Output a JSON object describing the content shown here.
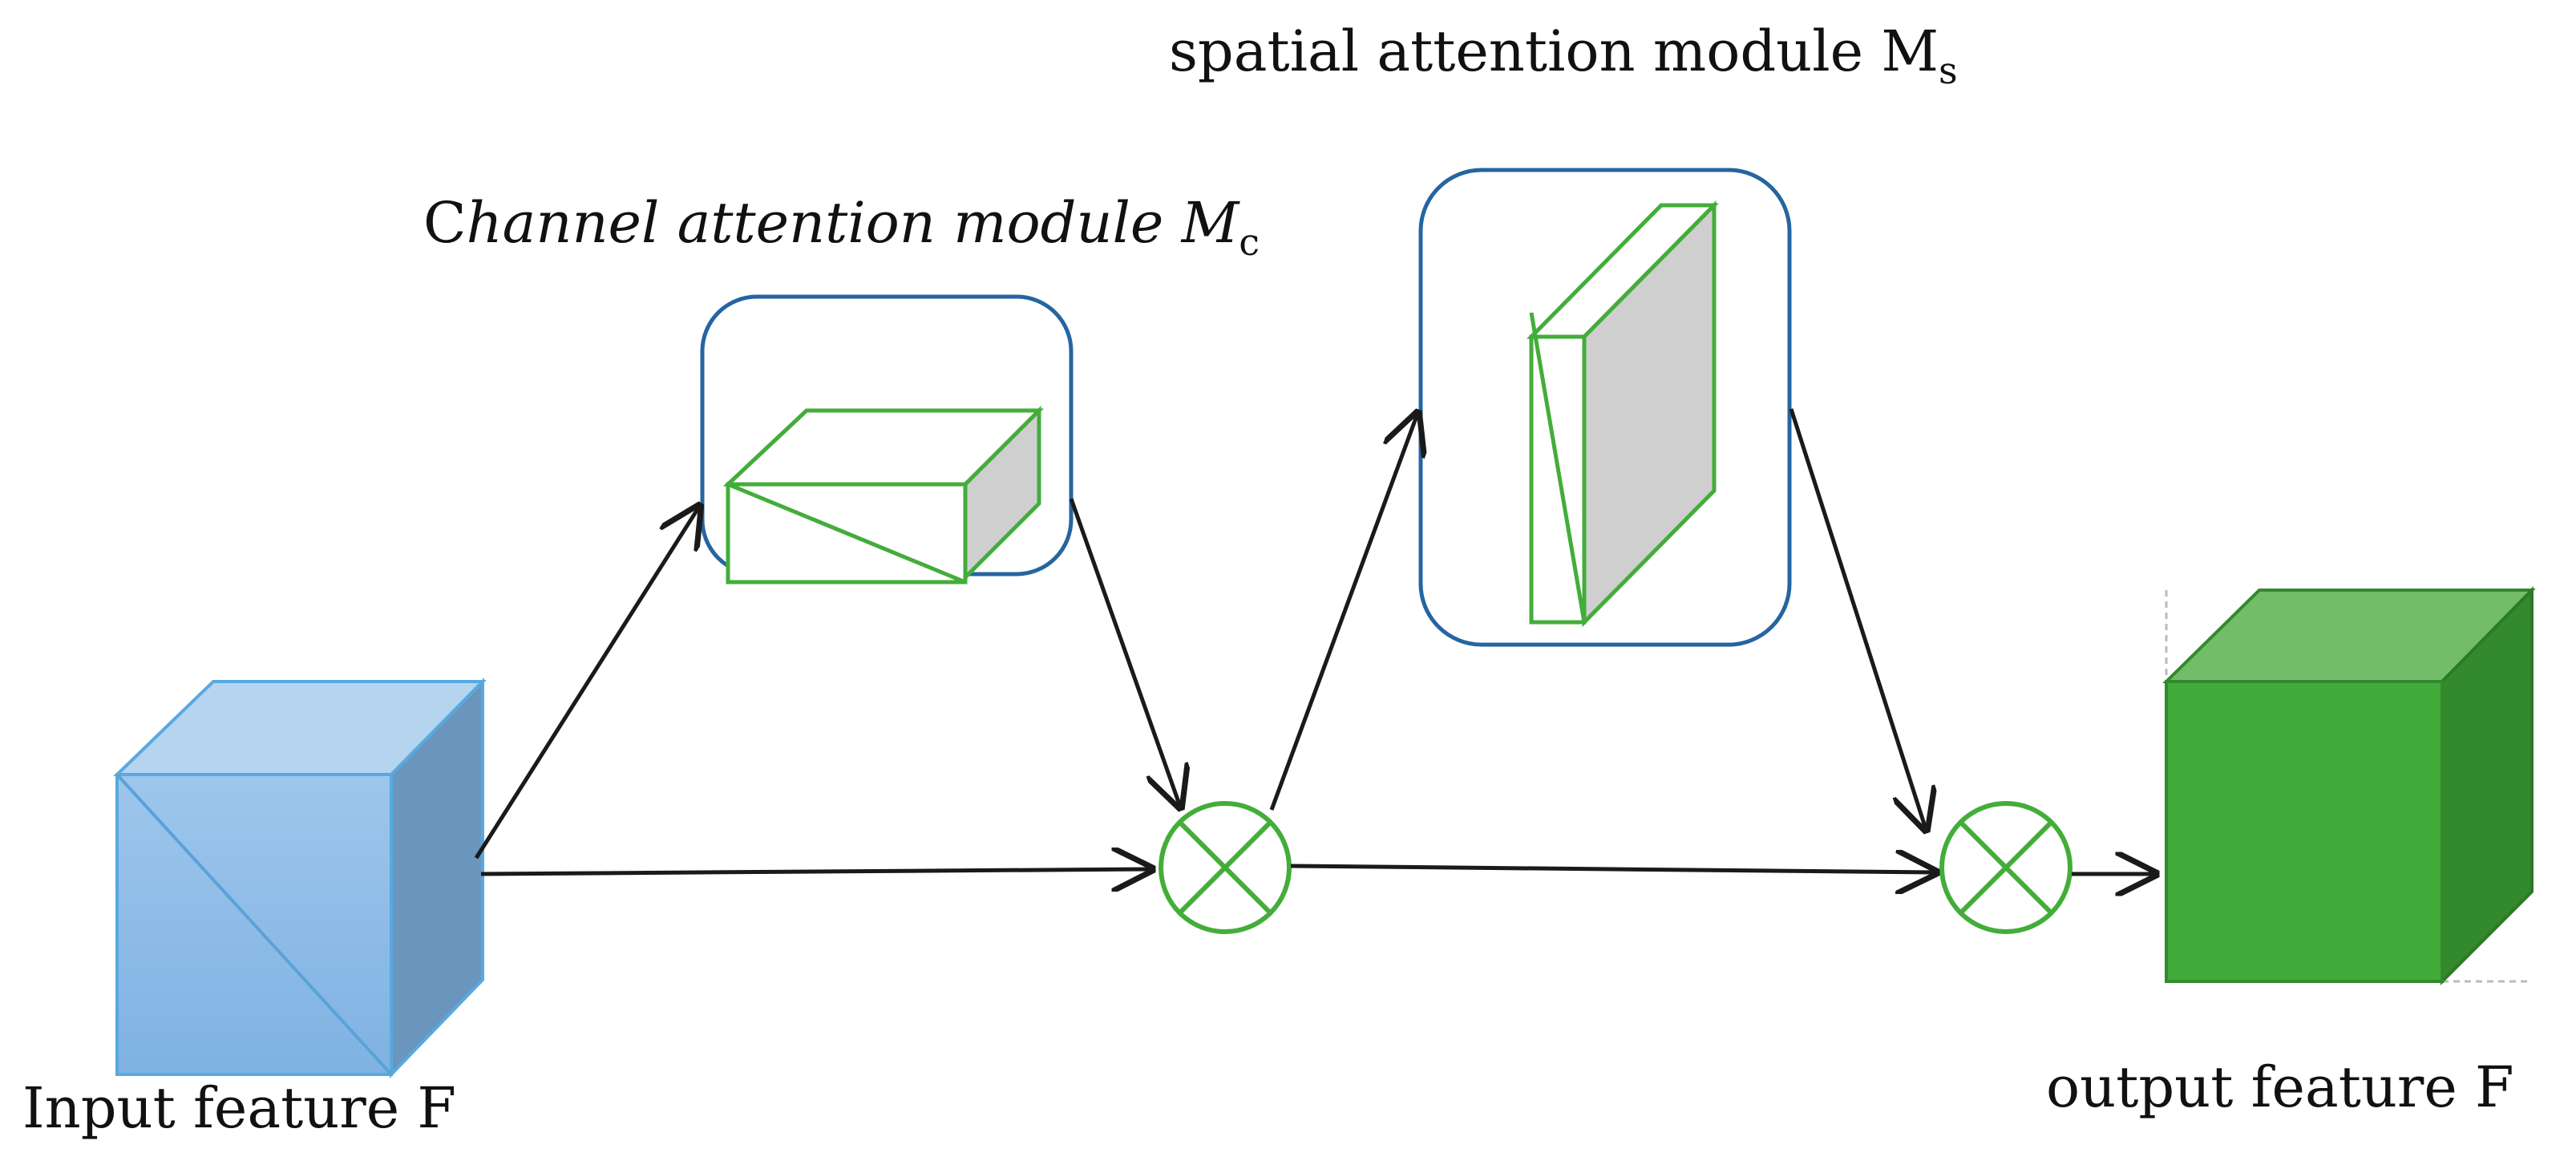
{
  "labels": {
    "input": "Input feature F",
    "output": "output feature F",
    "channel_prefix": "C",
    "channel_rest": "hannel attention module M",
    "channel_sub": "c",
    "spatial_main": "spatial attention module M",
    "spatial_sub": "s"
  },
  "colors": {
    "input_cube_front": "#8bbbe6",
    "input_cube_top": "#b4d4f0",
    "input_cube_side": "#6a95bd",
    "input_cube_edge": "#59a9e0",
    "output_cube_front": "#42ab3a",
    "output_cube_top": "#72bd6a",
    "output_cube_side": "#338a2d",
    "module_box_border": "#2565a0",
    "green_line": "#43ad3a",
    "gray_face": "#cfcfcf",
    "arrow": "#1a1a1a",
    "text": "#111111"
  },
  "icons": {
    "multiply_1": "circled-times-icon",
    "multiply_2": "circled-times-icon"
  }
}
